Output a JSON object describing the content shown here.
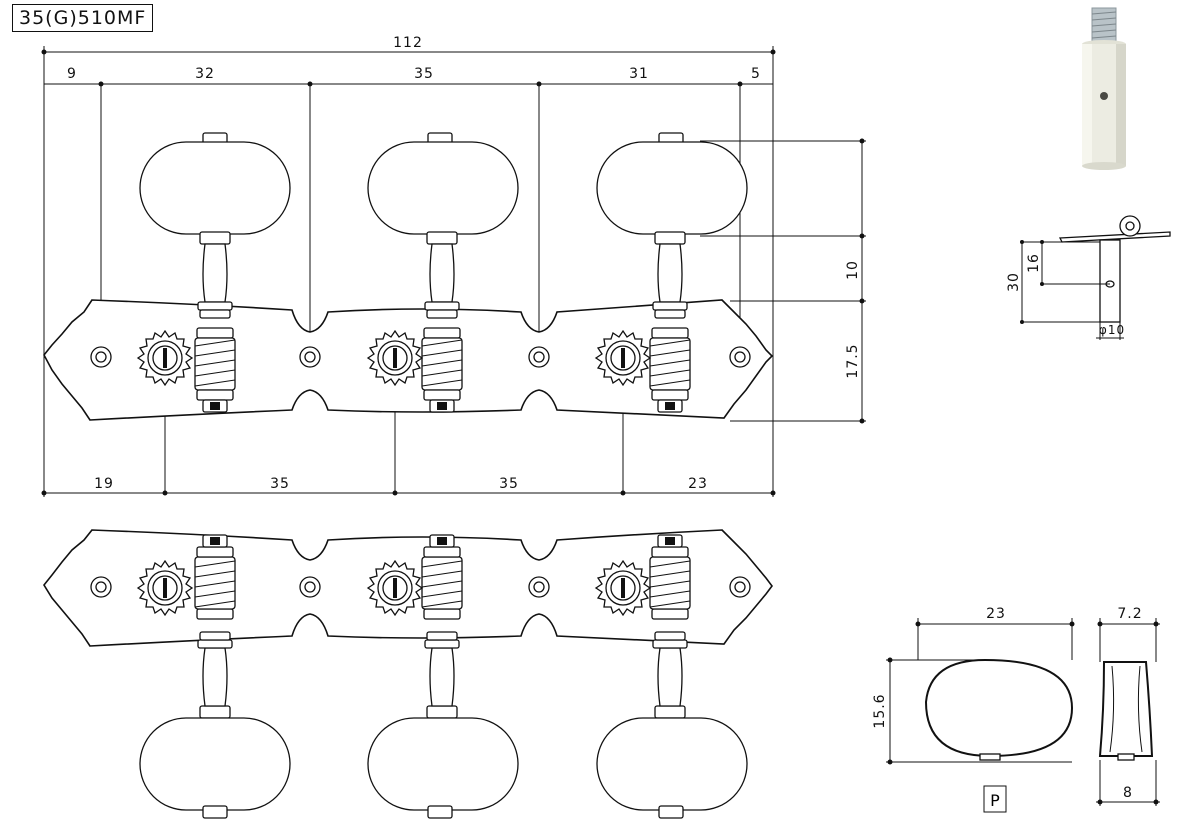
{
  "title": "35(G)510MF",
  "dimensions": {
    "overall_length": "112",
    "top_segments": [
      "9",
      "32",
      "35",
      "31",
      "5"
    ],
    "bottom_segments": [
      "19",
      "35",
      "35",
      "23"
    ],
    "right_vertical": [
      "10",
      "17.5"
    ]
  },
  "post_detail": {
    "height_total": "30",
    "height_hole": "16",
    "diameter": "φ10"
  },
  "button_detail": {
    "width": "23",
    "height": "15.6",
    "label": "P",
    "side_top": "7.2",
    "side_bottom": "8"
  }
}
